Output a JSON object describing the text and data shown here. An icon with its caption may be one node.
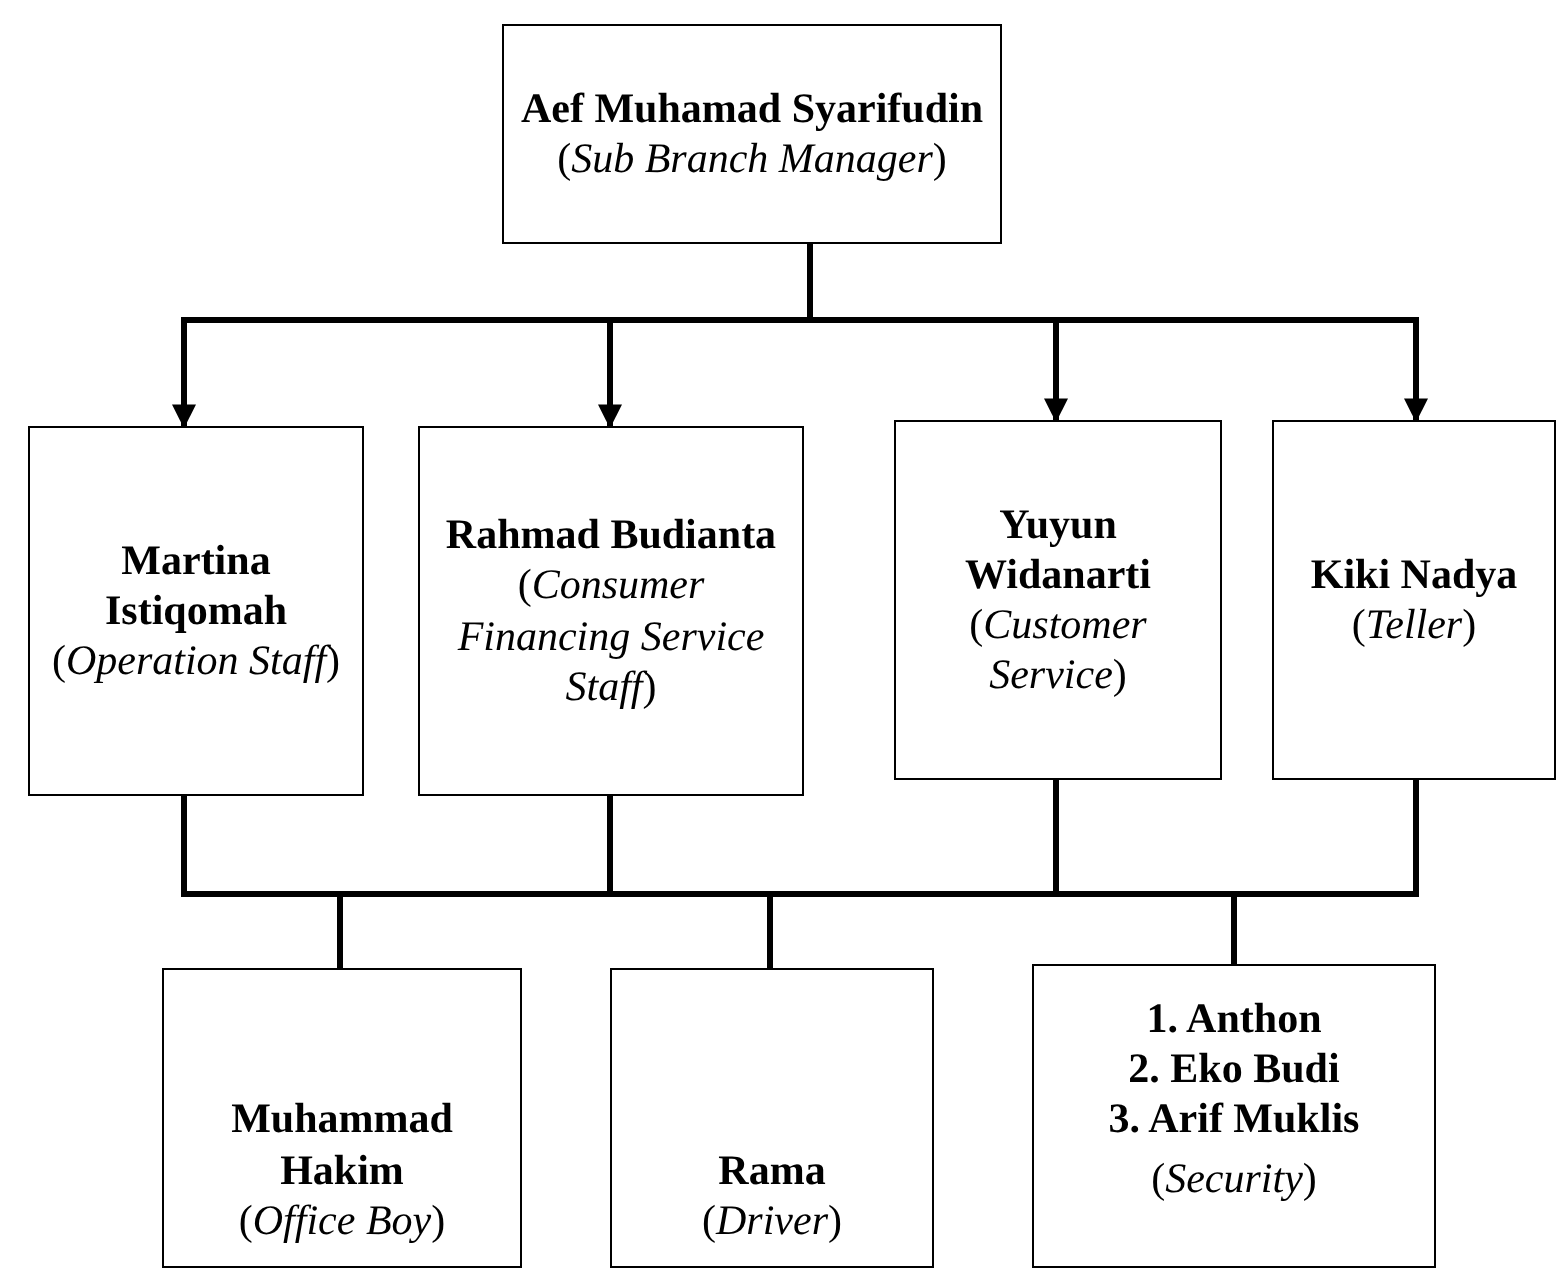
{
  "diagram": {
    "nodes": [
      {
        "text": [
          "Aef Muhamad Syarifudin",
          "(*Sub Branch Manager*)"
        ]
      },
      {
        "text": [
          "Martina Istiqomah",
          "(*Operation Staff*)"
        ]
      },
      {
        "text": [
          "Rahmad Budianta",
          "(*Consumer Financing Service Staff*)"
        ]
      },
      {
        "text": [
          "Yuyun Widanarti",
          "(*Customer Service*)"
        ]
      },
      {
        "text": [
          "Kiki Nadya",
          "(*Teller*)"
        ]
      },
      {
        "text": [
          "Muhammad Hakim",
          "(*Office Boy*)"
        ]
      },
      {
        "text": [
          "Rama",
          "(*Driver*)"
        ]
      },
      {
        "text": [
          "1. Anthon",
          "2. Eko Budi",
          "3. Arif Muklis",
          "(*Security*)"
        ]
      }
    ],
    "edges": [
      {
        "from": 0,
        "to": 1,
        "arrow": "to"
      },
      {
        "from": 0,
        "to": 2,
        "arrow": "to"
      },
      {
        "from": 0,
        "to": 3,
        "arrow": "to"
      },
      {
        "from": 0,
        "to": 4,
        "arrow": "to"
      },
      {
        "from": 1,
        "to": 5,
        "arrow": "none"
      },
      {
        "from": 1,
        "to": 6,
        "arrow": "none"
      },
      {
        "from": 1,
        "to": 7,
        "arrow": "none"
      },
      {
        "from": 2,
        "to": 5,
        "arrow": "none"
      },
      {
        "from": 2,
        "to": 6,
        "arrow": "none"
      },
      {
        "from": 2,
        "to": 7,
        "arrow": "none"
      },
      {
        "from": 3,
        "to": 5,
        "arrow": "none"
      },
      {
        "from": 3,
        "to": 6,
        "arrow": "none"
      },
      {
        "from": 3,
        "to": 7,
        "arrow": "none"
      },
      {
        "from": 4,
        "to": 5,
        "arrow": "none"
      },
      {
        "from": 4,
        "to": 6,
        "arrow": "none"
      },
      {
        "from": 4,
        "to": 7,
        "arrow": "none"
      }
    ]
  }
}
